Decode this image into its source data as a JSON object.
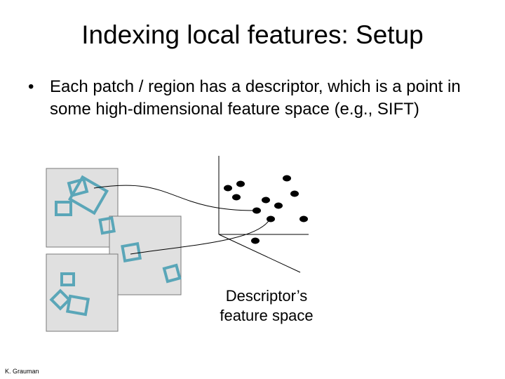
{
  "slide": {
    "title": "Indexing local features: Setup",
    "bullet_marker": "•",
    "bullet_text": "Each patch / region has a descriptor, which is a point in some high-dimensional feature space (e.g., SIFT)",
    "caption": "Descriptor’s feature space",
    "credit": "K. Grauman"
  },
  "colors": {
    "patch_outline": "#5aa6b8",
    "image_fill": "#e0e0e0",
    "image_border": "#7a7a7a"
  }
}
